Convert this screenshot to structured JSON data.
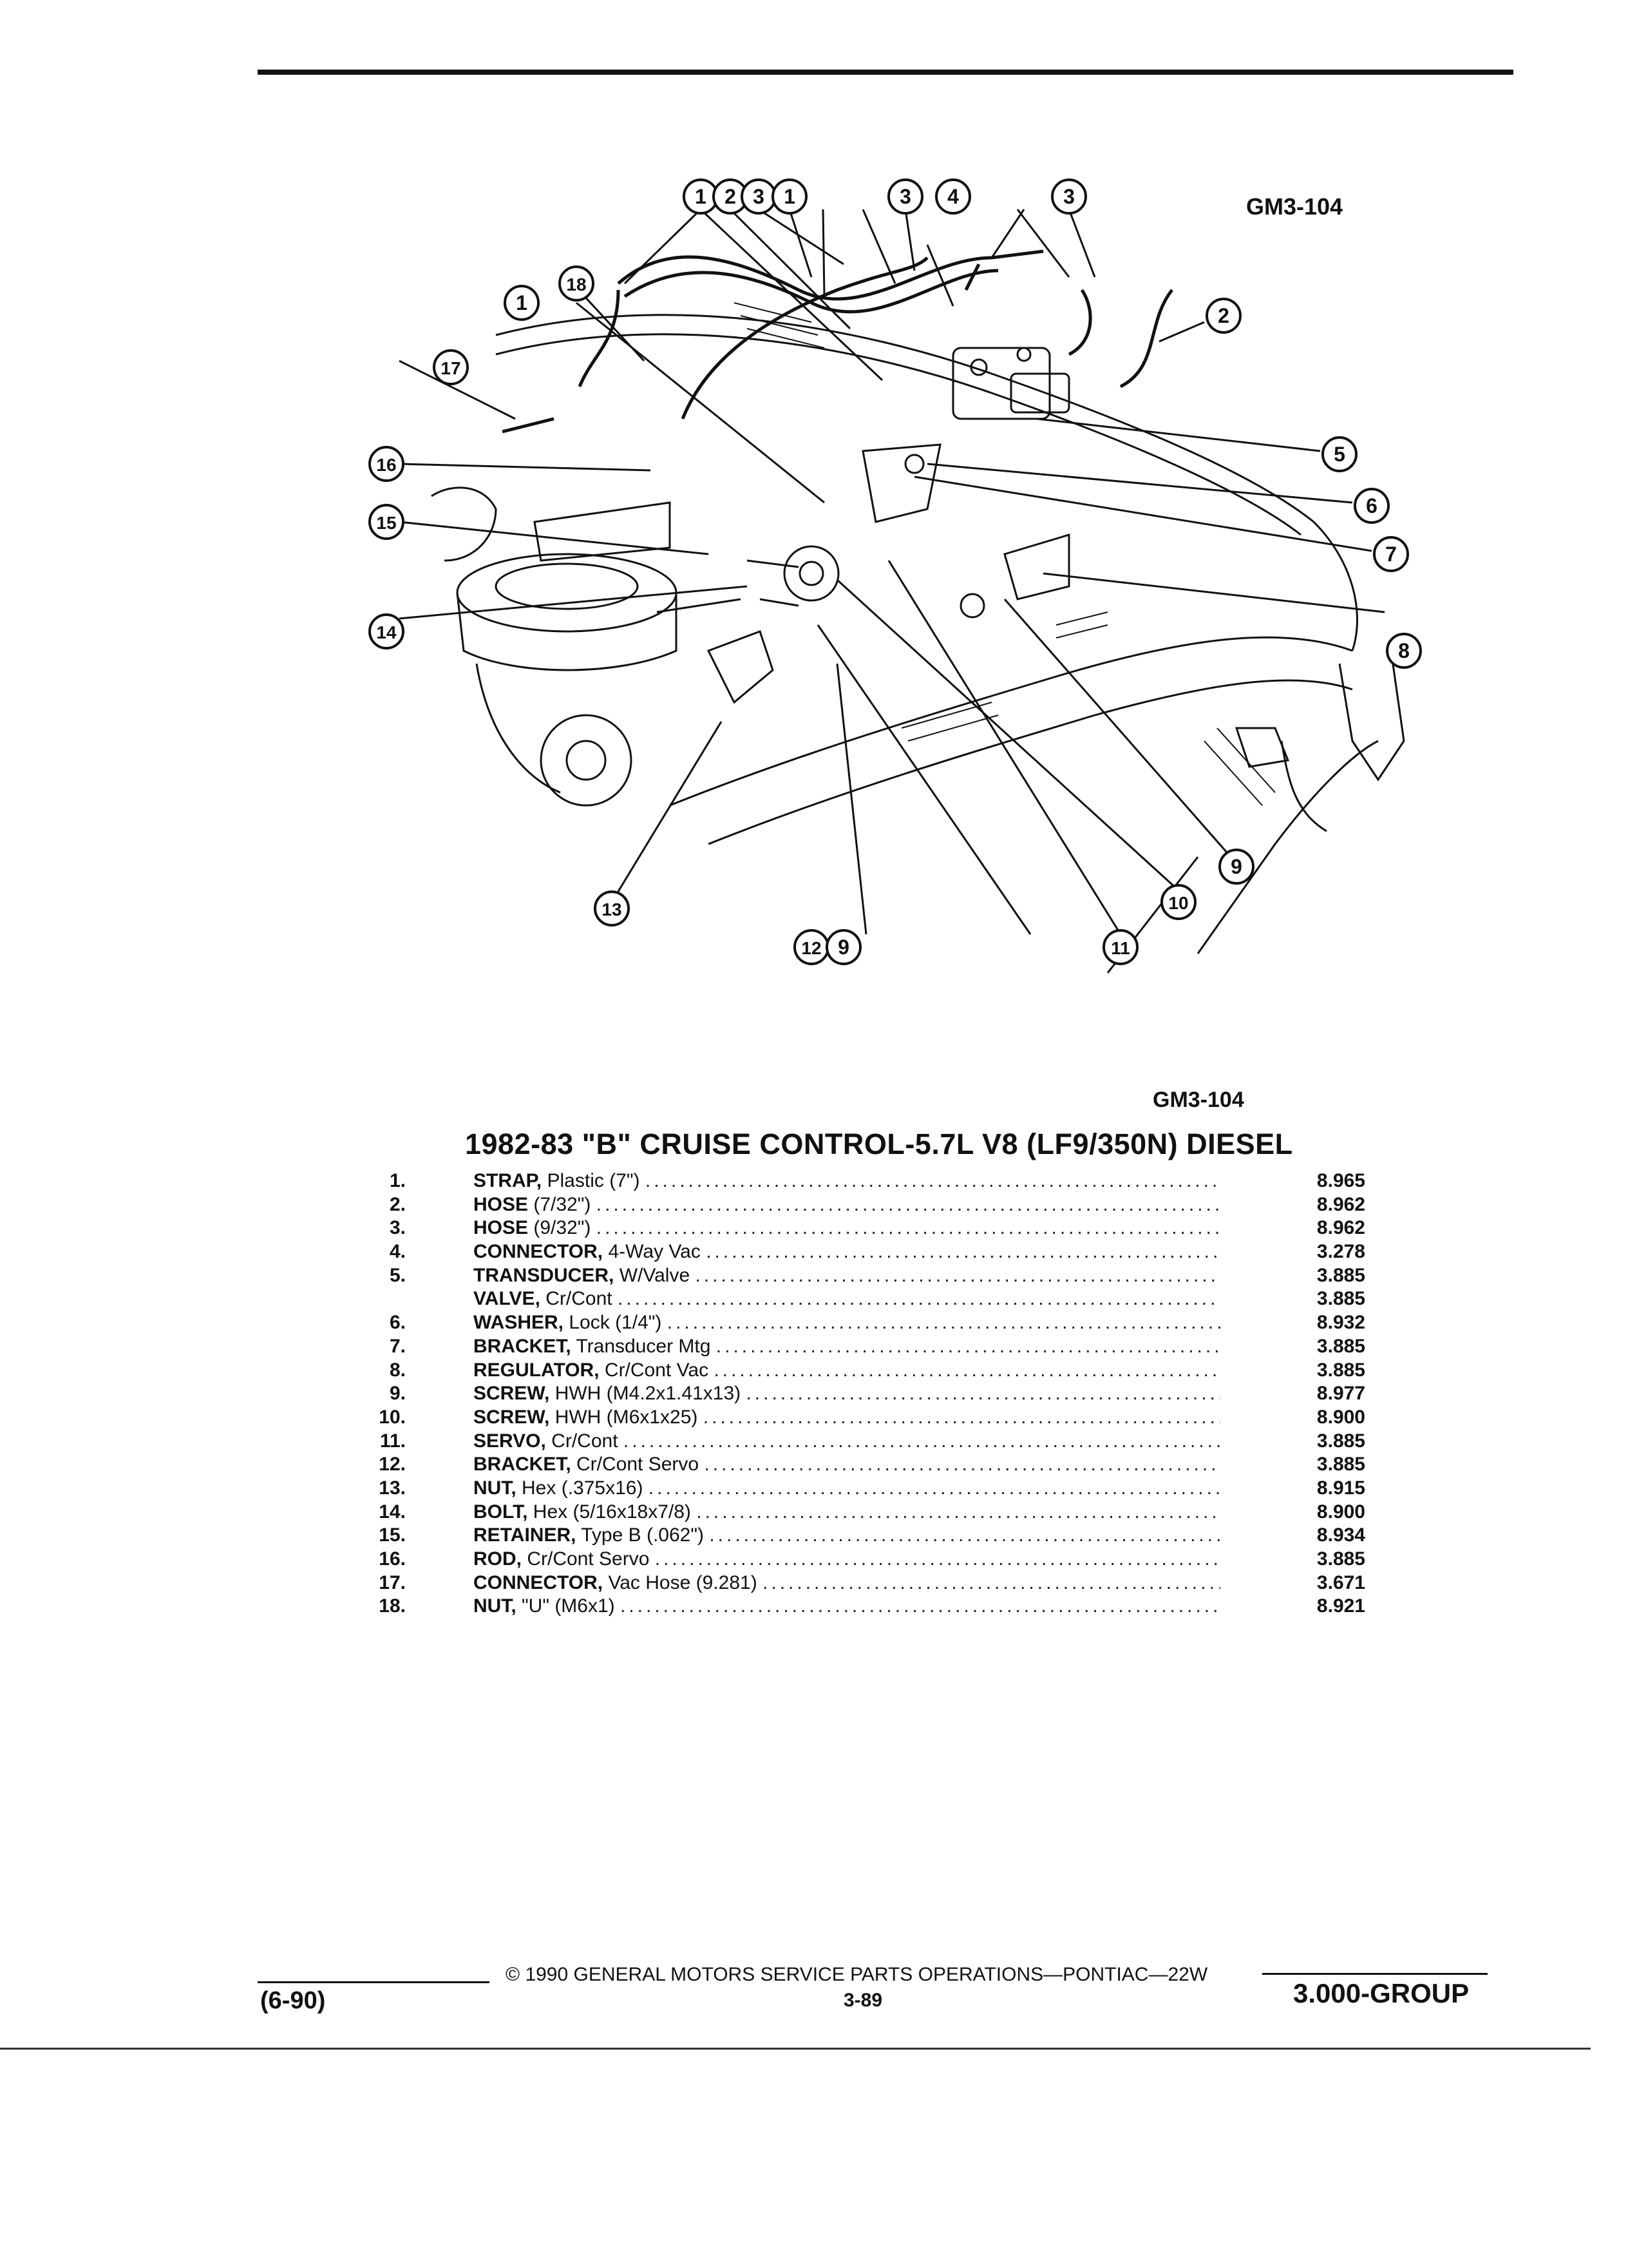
{
  "header": {
    "figure_id": "GM3-104"
  },
  "caption": {
    "figure_id": "GM3-104",
    "title": "1982-83 \"B\" CRUISE CONTROL-5.7L V8 (LF9/350N) DIESEL"
  },
  "callouts": [
    "1",
    "2",
    "3",
    "1",
    "3",
    "4",
    "3",
    "2",
    "18",
    "1",
    "17",
    "5",
    "16",
    "6",
    "15",
    "7",
    "14",
    "8",
    "9",
    "13",
    "10",
    "11",
    "12",
    "9"
  ],
  "parts": [
    {
      "num": "1.",
      "name": "STRAP,",
      "desc": "Plastic (7\")",
      "code": "8.965"
    },
    {
      "num": "2.",
      "name": "HOSE",
      "desc": "(7/32\")",
      "code": "8.962"
    },
    {
      "num": "3.",
      "name": "HOSE",
      "desc": "(9/32\")",
      "code": "8.962"
    },
    {
      "num": "4.",
      "name": "CONNECTOR,",
      "desc": "4-Way Vac",
      "code": "3.278"
    },
    {
      "num": "5.",
      "name": "TRANSDUCER,",
      "desc": "W/Valve",
      "code": "3.885"
    },
    {
      "num": "",
      "name": "VALVE,",
      "desc": "Cr/Cont",
      "code": "3.885"
    },
    {
      "num": "6.",
      "name": "WASHER,",
      "desc": "Lock (1/4\")",
      "code": "8.932"
    },
    {
      "num": "7.",
      "name": "BRACKET,",
      "desc": "Transducer Mtg",
      "code": "3.885"
    },
    {
      "num": "8.",
      "name": "REGULATOR,",
      "desc": "Cr/Cont Vac",
      "code": "3.885"
    },
    {
      "num": "9.",
      "name": "SCREW,",
      "desc": "HWH (M4.2x1.41x13)",
      "code": "8.977"
    },
    {
      "num": "10.",
      "name": "SCREW,",
      "desc": "HWH (M6x1x25)",
      "code": "8.900"
    },
    {
      "num": "11.",
      "name": "SERVO,",
      "desc": "Cr/Cont",
      "code": "3.885"
    },
    {
      "num": "12.",
      "name": "BRACKET,",
      "desc": "Cr/Cont Servo",
      "code": "3.885"
    },
    {
      "num": "13.",
      "name": "NUT,",
      "desc": "Hex (.375x16)",
      "code": "8.915"
    },
    {
      "num": "14.",
      "name": "BOLT,",
      "desc": "Hex (5/16x18x7/8)",
      "code": "8.900"
    },
    {
      "num": "15.",
      "name": "RETAINER,",
      "desc": "Type B (.062\")",
      "code": "8.934"
    },
    {
      "num": "16.",
      "name": "ROD,",
      "desc": "Cr/Cont Servo",
      "code": "3.885"
    },
    {
      "num": "17.",
      "name": "CONNECTOR,",
      "desc": "Vac Hose (9.281)",
      "code": "3.671"
    },
    {
      "num": "18.",
      "name": "NUT,",
      "desc": "\"U\" (M6x1)",
      "code": "8.921"
    }
  ],
  "footer": {
    "copyright": "© 1990 GENERAL MOTORS SERVICE PARTS OPERATIONS—PONTIAC—22W",
    "date": "(6-90)",
    "page": "3-89",
    "group": "3.000-GROUP"
  }
}
